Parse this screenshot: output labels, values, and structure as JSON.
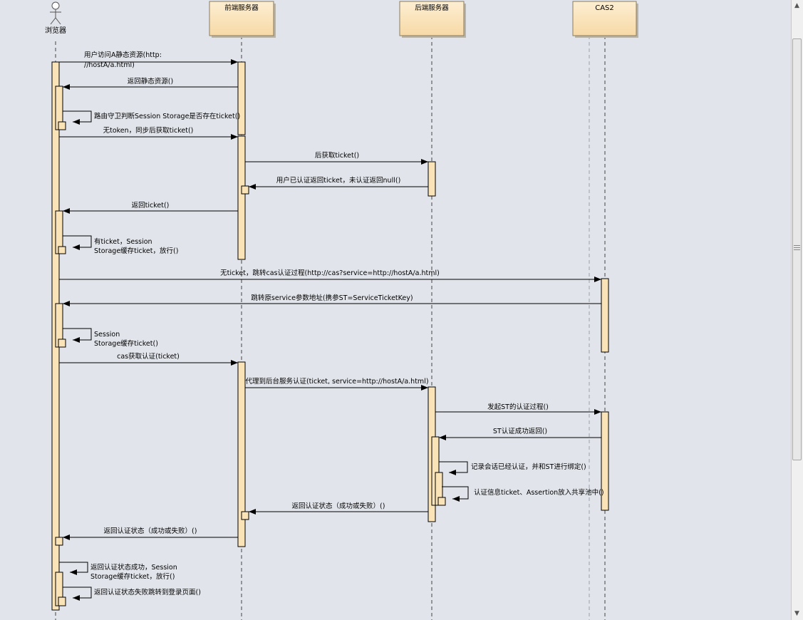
{
  "participants": [
    {
      "id": "browser",
      "label": "浏览器",
      "kind": "actor"
    },
    {
      "id": "frontend",
      "label": "前端服务器",
      "kind": "box"
    },
    {
      "id": "backend",
      "label": "后端服务器",
      "kind": "box"
    },
    {
      "id": "cas",
      "label": "CAS2",
      "kind": "box"
    }
  ],
  "messages": [
    {
      "from": "browser",
      "to": "frontend",
      "label": [
        "用户访问A静态资源(http:",
        "//hostA/a.html)"
      ]
    },
    {
      "from": "frontend",
      "to": "browser",
      "label": [
        "返回静态资源()"
      ]
    },
    {
      "from": "browser",
      "to": "browser",
      "label": [
        "路由守卫判断Session Storage是否存在ticket()"
      ]
    },
    {
      "from": "browser",
      "to": "frontend",
      "label": [
        "无token，同步后获取ticket()"
      ]
    },
    {
      "from": "frontend",
      "to": "backend",
      "label": [
        "后获取ticket()"
      ]
    },
    {
      "from": "backend",
      "to": "frontend",
      "label": [
        "用户已认证返回ticket，未认证返回null()"
      ]
    },
    {
      "from": "frontend",
      "to": "browser",
      "label": [
        "返回ticket()"
      ]
    },
    {
      "from": "browser",
      "to": "browser",
      "label": [
        "有ticket，Session",
        "Storage缓存ticket，放行()"
      ]
    },
    {
      "from": "browser",
      "to": "cas",
      "label": [
        "无ticket，跳转cas认证过程(http://cas?service=http://hostA/a.html)"
      ]
    },
    {
      "from": "cas",
      "to": "browser",
      "label": [
        "跳转原service参数地址(携参ST=ServiceTicketKey)"
      ]
    },
    {
      "from": "browser",
      "to": "browser",
      "label": [
        "Session",
        "Storage缓存ticket()"
      ]
    },
    {
      "from": "browser",
      "to": "frontend",
      "label": [
        "cas获取认证(ticket)"
      ]
    },
    {
      "from": "frontend",
      "to": "backend",
      "label": [
        "代理到后台服务认证(ticket, service=http://hostA/a.html)"
      ]
    },
    {
      "from": "backend",
      "to": "cas",
      "label": [
        "发起ST的认证过程()"
      ]
    },
    {
      "from": "cas",
      "to": "backend",
      "label": [
        "ST认证成功返回()"
      ]
    },
    {
      "from": "backend",
      "to": "backend",
      "label": [
        "记录会话已经认证，并和ST进行绑定()"
      ]
    },
    {
      "from": "backend",
      "to": "backend",
      "label": [
        "认证信息ticket、Assertion放入共享池中()"
      ]
    },
    {
      "from": "backend",
      "to": "frontend",
      "label": [
        "返回认证状态（成功或失败）()"
      ]
    },
    {
      "from": "frontend",
      "to": "browser",
      "label": [
        "返回认证状态（成功或失败）()"
      ]
    },
    {
      "from": "browser",
      "to": "browser",
      "label": [
        "返回认证状态成功，Session",
        "Storage缓存ticket，放行()"
      ]
    },
    {
      "from": "browser",
      "to": "browser",
      "label": [
        "返回认证状态失败跳转到登录页面()"
      ]
    }
  ],
  "colors": {
    "background": "#e1e4ea",
    "box_fill": "#fbe3b8",
    "box_stroke": "#8c7b5c",
    "activation_fill": "#fbe3b8",
    "line": "#000000"
  },
  "icons": {
    "actor": "stick-figure-icon"
  }
}
